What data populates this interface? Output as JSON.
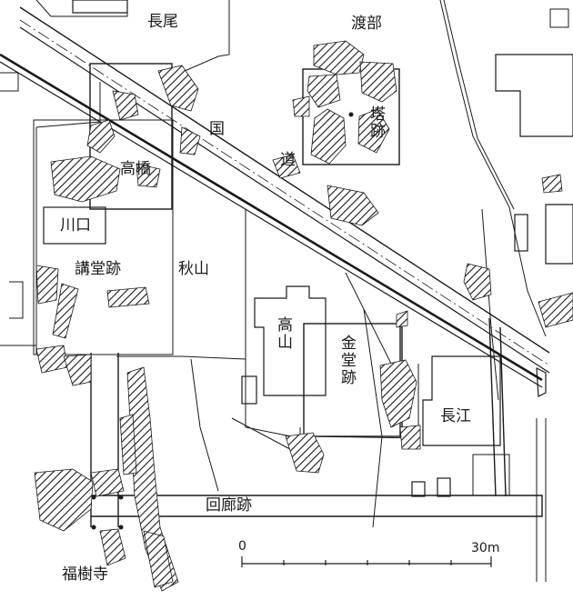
{
  "labels": {
    "nagao": "長尾",
    "watanabe": "渡部",
    "kokudo": "国",
    "kokudo2": "道",
    "touato": "塔跡",
    "takahashi": "高橋",
    "kawaguchi": "川口",
    "koudouato": "講堂跡",
    "akiyama": "秋山",
    "takayama": "高山",
    "kondouato": "金堂跡",
    "nagae": "長江",
    "kairouato": "回廊跡",
    "fukujuji": "福樹寺"
  },
  "scale": {
    "start_label": "0",
    "end_label": "30m",
    "meters": 30
  },
  "colors": {
    "ink": "#1a1a1a",
    "paper": "#ffffff"
  }
}
